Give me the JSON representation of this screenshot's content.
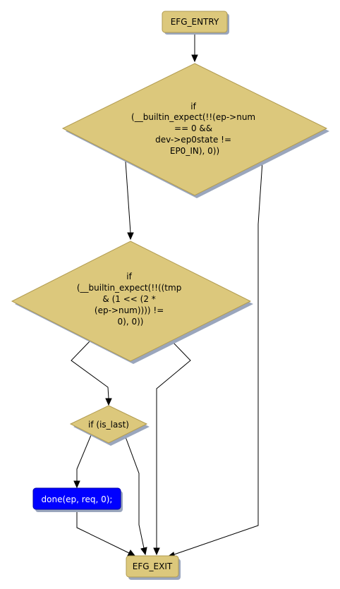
{
  "colors": {
    "node_fill": "#dcc87c",
    "node_stroke": "#b19b50",
    "action_fill": "#0000ff",
    "action_text": "#ffffff",
    "shadow": "#9aa6bd",
    "edge": "#000000"
  },
  "nodes": {
    "entry": {
      "label": "EFG_ENTRY"
    },
    "cond1": {
      "lines": [
        "if",
        "(__builtin_expect(!!(ep->num",
        "== 0 &&",
        "dev->ep0state !=",
        "EP0_IN), 0))"
      ]
    },
    "cond2": {
      "lines": [
        "if",
        "(__builtin_expect(!!((tmp",
        "& (1 << (2 *",
        "(ep->num)))) !=",
        "0), 0))"
      ]
    },
    "cond3": {
      "label": "if (is_last)"
    },
    "action": {
      "label": "done(ep, req, 0);"
    },
    "exit": {
      "label": "EFG_EXIT"
    }
  }
}
